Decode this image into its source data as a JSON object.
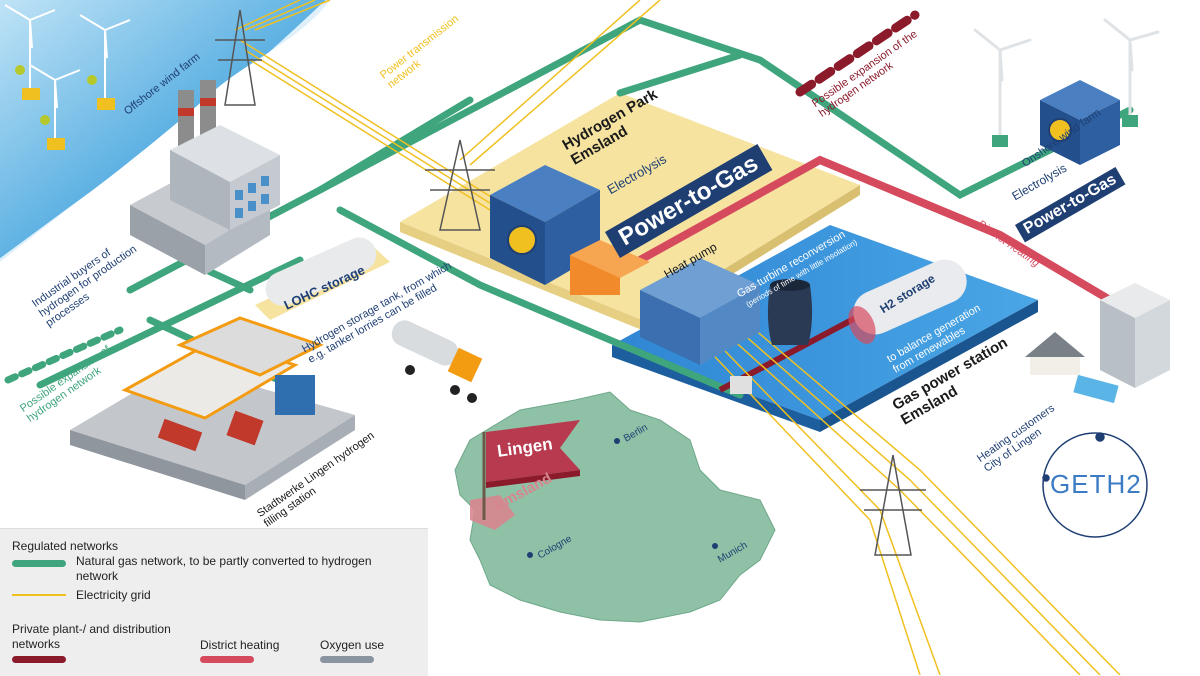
{
  "labels": {
    "offshore_wind_farm": "Offshore wind farm",
    "power_transmission_network": "Power transmission network",
    "possible_expansion_top": "Possible expansion of the hydrogen network",
    "hydrogen_park": "Hydrogen Park Emsland",
    "electrolysis_main": "Electrolysis",
    "power_to_gas_main": "Power-to-Gas",
    "onshore_wind_farm": "Onshore wind farm",
    "electrolysis_right": "Electrolysis",
    "power_to_gas_right": "Power-to-Gas",
    "district_heating": "District heating",
    "industrial_buyers": "Industrial buyers of hydrogen for production processes",
    "lohc_storage": "LOHC storage",
    "hydrogen_storage_tank": "Hydrogen storage tank, from which e.g. tanker lorries can be filled",
    "heat_pump": "Heat pump",
    "gas_turbine": "Gas turbine reconversion",
    "gas_turbine_sub": "(periods of time with little insolation)",
    "h2_storage": "H2 storage",
    "balance_generation": "to balance generation from renewables",
    "gas_power_station": "Gas power station Emsland",
    "possible_expansion_left": "Possible expansion of hydrogen network",
    "filling_station": "Stadtwerke Lingen hydrogen filling station",
    "heating_customers": "Heating customers City of Lingen",
    "map_flag": "Lingen",
    "map_region": "Emsland",
    "city_berlin": "Berlin",
    "city_cologne": "Cologne",
    "city_munich": "Munich",
    "logo": "GETH2"
  },
  "legend": {
    "heading_regulated": "Regulated networks",
    "natural_gas": "Natural gas network, to be partly converted to hydrogen network",
    "electricity": "Electricity grid",
    "heading_private": "Private plant-/ and distribution networks",
    "district_heating": "District heating",
    "oxygen": "Oxygen use"
  },
  "colors": {
    "gas_network": "#3ea57c",
    "electricity": "#f0c020",
    "private_network": "#8b1a2b",
    "district_heating": "#d64a5e",
    "oxygen": "#8a93a0",
    "park_ground": "#f6e3a0",
    "station_ground": "#3a8fd6",
    "map_fill": "#8fc1a6",
    "sea": "#4aa3dc",
    "navy": "#1f3f73"
  }
}
